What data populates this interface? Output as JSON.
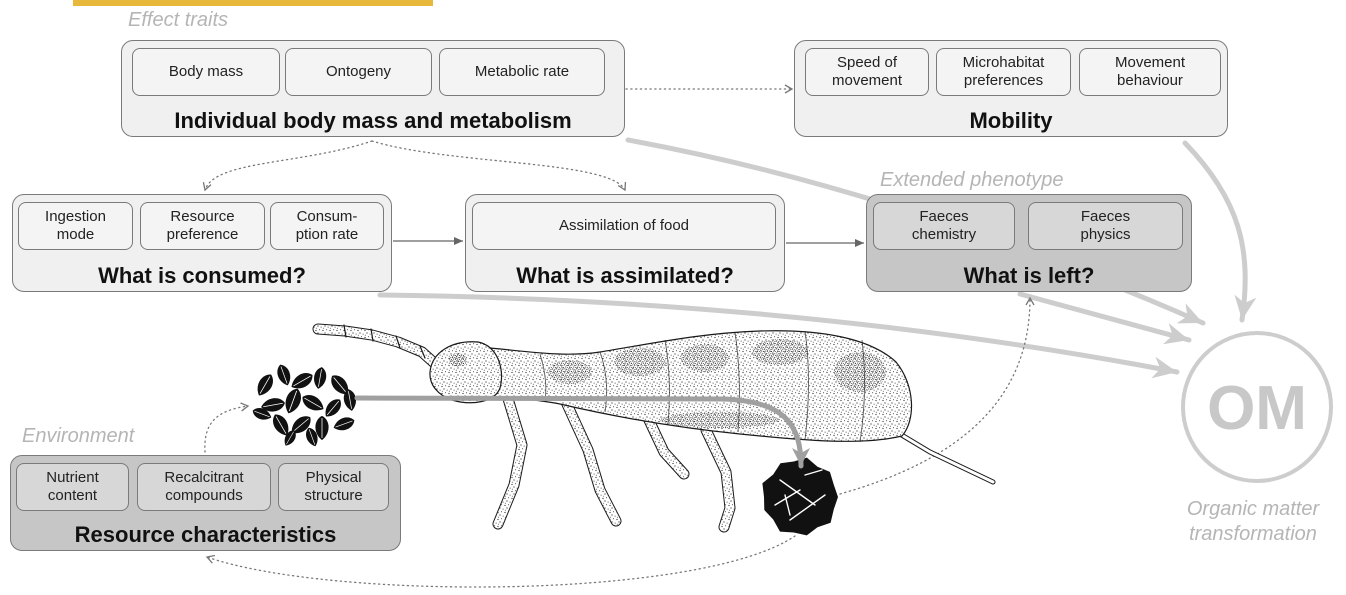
{
  "labels": {
    "effect_traits": "Effect traits",
    "extended_phenotype": "Extended phenotype",
    "environment": "Environment"
  },
  "boxes": {
    "metabolism": {
      "title": "Individual body mass and metabolism",
      "traits": [
        {
          "lines": [
            "Body mass"
          ]
        },
        {
          "lines": [
            "Ontogeny"
          ]
        },
        {
          "lines": [
            "Metabolic rate"
          ]
        }
      ]
    },
    "mobility": {
      "title": "Mobility",
      "traits": [
        {
          "lines": [
            "Speed of",
            "movement"
          ]
        },
        {
          "lines": [
            "Microhabitat",
            "preferences"
          ]
        },
        {
          "lines": [
            "Movement",
            "behaviour"
          ]
        }
      ]
    },
    "consumed": {
      "title": "What is consumed?",
      "traits": [
        {
          "lines": [
            "Ingestion",
            "mode"
          ]
        },
        {
          "lines": [
            "Resource",
            "preference"
          ]
        },
        {
          "lines": [
            "Consum-",
            "ption rate"
          ]
        }
      ]
    },
    "assimilated": {
      "title": "What is assimilated?",
      "traits": [
        {
          "lines": [
            "Assimilation of food"
          ]
        }
      ]
    },
    "left": {
      "title": "What is left?",
      "traits": [
        {
          "lines": [
            "Faeces",
            "chemistry"
          ]
        },
        {
          "lines": [
            "Faeces",
            "physics"
          ]
        }
      ]
    },
    "resource": {
      "title": "Resource characteristics",
      "traits": [
        {
          "lines": [
            "Nutrient",
            "content"
          ]
        },
        {
          "lines": [
            "Recalcitrant",
            "compounds"
          ]
        },
        {
          "lines": [
            "Physical",
            "structure"
          ]
        }
      ]
    }
  },
  "om": {
    "symbol": "OM",
    "caption": [
      "Organic matter",
      "transformation"
    ]
  },
  "illustration": {
    "organism": "springtail-icon",
    "resource": "leaf-litter-icon",
    "faeces": "faeces-pellet-icon"
  },
  "colors": {
    "accent": "#E8B83A",
    "flow_arrow": "#cdcdcd",
    "label": "#b5b5b5",
    "box_light": "#f0f0f0",
    "box_dark": "#c6c6c6"
  }
}
